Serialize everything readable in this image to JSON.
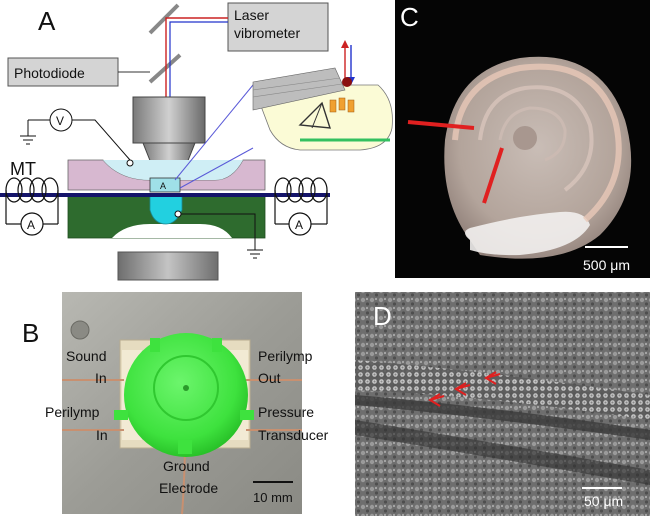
{
  "panels": {
    "A": {
      "letter": "A",
      "laser_label_line1": "Laser",
      "laser_label_line2": "vibrometer",
      "photodiode_label": "Photodiode",
      "voltmeter_label": "V",
      "mt_label": "MT",
      "ammeter_left_label": "A",
      "ammeter_right_label": "A",
      "stage_mark_label": "A"
    },
    "B": {
      "letter": "B",
      "sound_in_line1": "Sound",
      "sound_in_line2": "In",
      "perilymp_in_line1": "Perilymp",
      "perilymp_in_line2": "In",
      "perilymp_out_line1": "Perilymp",
      "perilymp_out_line2": "Out",
      "pressure_line1": "Pressure",
      "pressure_line2": "Transducer",
      "ground_line1": "Ground",
      "ground_line2": "Electrode",
      "scale_label": "10 mm"
    },
    "C": {
      "letter": "C",
      "scale_label": "500 μm"
    },
    "D": {
      "letter": "D",
      "scale_label": "50 μm"
    }
  },
  "colors": {
    "laser_red": "#cc2222",
    "laser_blue": "#2233cc",
    "device_green": "#3ee23e",
    "stage_green": "#2e6b2e",
    "chamber_pink": "#d7b8d0",
    "fluid_blue": "#cfeef5",
    "probe_cyan": "#22d0e0",
    "marker_red": "#e02020"
  }
}
